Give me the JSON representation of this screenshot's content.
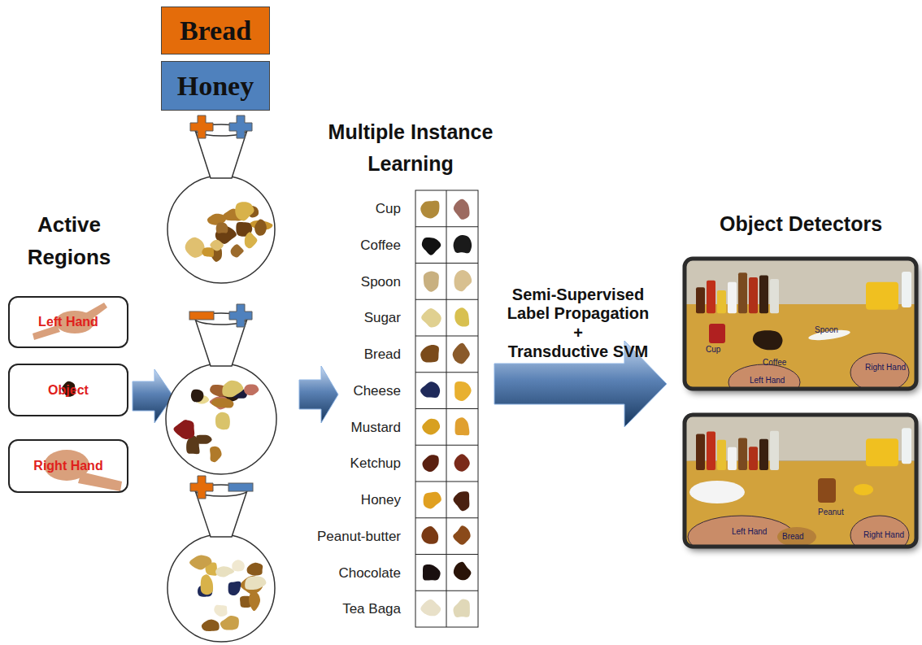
{
  "diagram": {
    "nodes": [
      {
        "text": [
          "Bread"
        ]
      },
      {
        "text": [
          "Honey"
        ]
      },
      {
        "text": [
          "Left Hand"
        ]
      },
      {
        "text": [
          "Object"
        ]
      },
      {
        "text": [
          "Right Hand"
        ]
      }
    ],
    "labels": [
      "Active Regions",
      "Multiple Instance Learning",
      "Cup",
      "Coffee",
      "Spoon",
      "Sugar",
      "Bread",
      "Cheese",
      "Mustard",
      "Ketchup",
      "Honey",
      "Peanut-butter",
      "Chocolate",
      "Tea Baga",
      "Semi-Supervised Label Propagation",
      "+",
      "Transductive SVM",
      "Object Detectors",
      "Cup",
      "Coffee",
      "Spoon",
      "Left Hand",
      "Right Hand",
      "Left Hand",
      "Bread",
      "Peanut",
      "Right Hand"
    ]
  }
}
